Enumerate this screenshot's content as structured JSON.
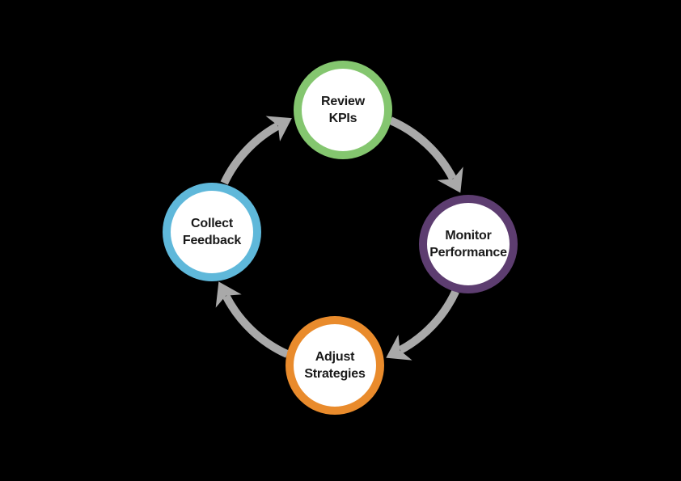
{
  "canvas": {
    "background": "#000000"
  },
  "diagram": {
    "type": "cycle",
    "direction": "clockwise",
    "arrow_color": "#a9a9a9",
    "node_fill": "#ffffff",
    "text_color": "#1a1a1a",
    "nodes": [
      {
        "id": "review-kpis",
        "line1": "Review",
        "line2": "KPIs",
        "ring_color": "#84c66f",
        "position": "top"
      },
      {
        "id": "monitor-performance",
        "line1": "Monitor",
        "line2": "Performance",
        "ring_color": "#5d3d70",
        "position": "right"
      },
      {
        "id": "adjust-strategies",
        "line1": "Adjust",
        "line2": "Strategies",
        "ring_color": "#e98b2c",
        "position": "bottom"
      },
      {
        "id": "collect-feedback",
        "line1": "Collect",
        "line2": "Feedback",
        "ring_color": "#5fb8da",
        "position": "left"
      }
    ],
    "edges": [
      {
        "from": "collect-feedback",
        "to": "review-kpis"
      },
      {
        "from": "review-kpis",
        "to": "monitor-performance"
      },
      {
        "from": "monitor-performance",
        "to": "adjust-strategies"
      },
      {
        "from": "adjust-strategies",
        "to": "collect-feedback"
      }
    ]
  }
}
